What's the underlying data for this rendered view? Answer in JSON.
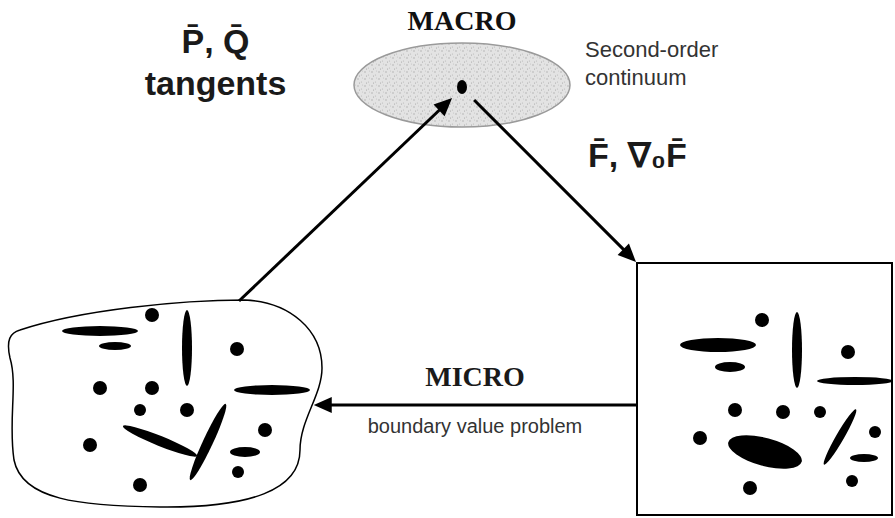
{
  "diagram": {
    "nodes": [
      {
        "text": [
          "MACRO"
        ]
      },
      {
        "text": []
      },
      {
        "text": []
      }
    ],
    "edges": [
      {
        "from": 1,
        "to": 0,
        "arrow": "to",
        "label": "P̄, Q̄ tangents"
      },
      {
        "from": 0,
        "to": 2,
        "arrow": "to",
        "label": "F̄, ∇₀F̄"
      },
      {
        "from": 2,
        "to": 1,
        "arrow": "to",
        "label": "MICRO"
      }
    ],
    "labels": [
      "Second-order continuum",
      "boundary value problem"
    ]
  }
}
